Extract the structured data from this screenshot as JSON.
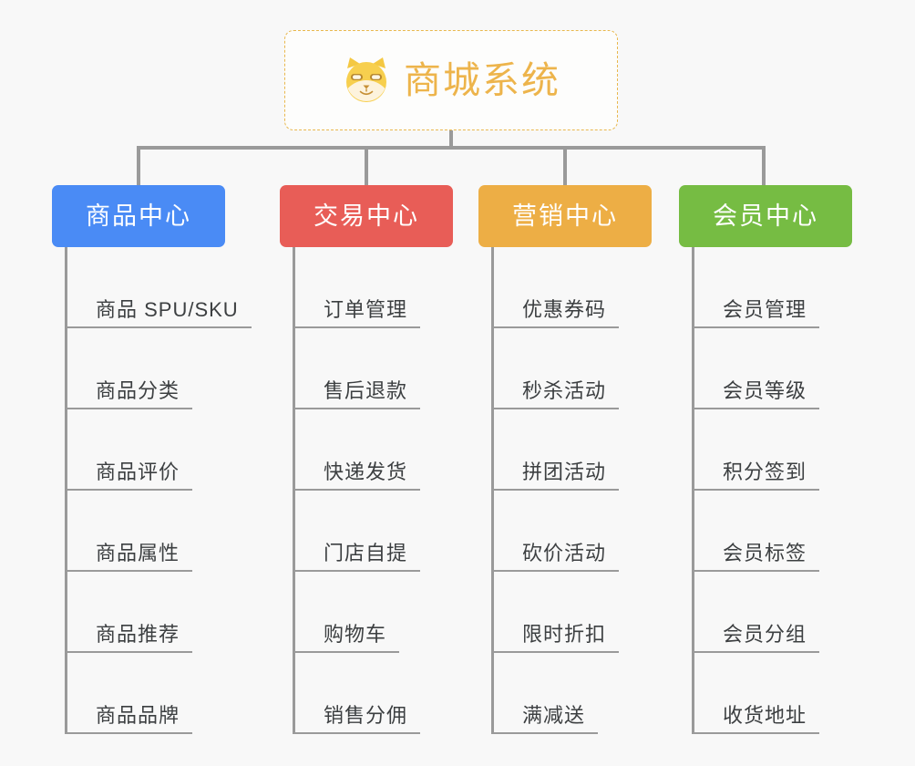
{
  "diagram": {
    "background_color": "#f8f8f8",
    "connector_color": "#9a9a9a",
    "root": {
      "icon": "shiba-dog-face-icon",
      "title": "商城系统",
      "title_color": "#edb44b",
      "border_color": "#e9b84e",
      "border_style": "dashed"
    },
    "columns": [
      {
        "id": "product-center",
        "label": "商品中心",
        "color": "#4a8bf5",
        "items": [
          "商品 SPU/SKU",
          "商品分类",
          "商品评价",
          "商品属性",
          "商品推荐",
          "商品品牌"
        ]
      },
      {
        "id": "trade-center",
        "label": "交易中心",
        "color": "#e85d57",
        "items": [
          "订单管理",
          "售后退款",
          "快递发货",
          "门店自提",
          "购物车",
          "销售分佣"
        ]
      },
      {
        "id": "marketing-center",
        "label": "营销中心",
        "color": "#edae45",
        "items": [
          "优惠券码",
          "秒杀活动",
          "拼团活动",
          "砍价活动",
          "限时折扣",
          "满减送"
        ]
      },
      {
        "id": "member-center",
        "label": "会员中心",
        "color": "#76bc43",
        "items": [
          "会员管理",
          "会员等级",
          "积分签到",
          "会员标签",
          "会员分组",
          "收货地址"
        ]
      }
    ]
  }
}
